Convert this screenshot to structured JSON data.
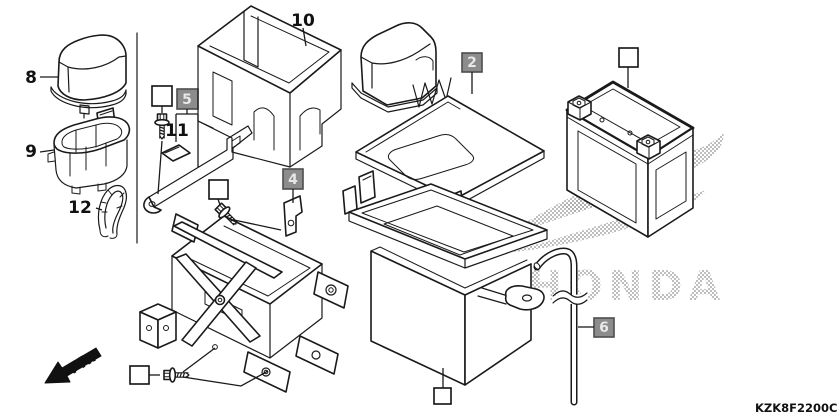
{
  "diagram": {
    "part_code": "KZK8F2200C",
    "front_marker": "FR.",
    "watermark_text": "HONDA",
    "part_numbers": {
      "p8": "8",
      "p9": "9",
      "p10": "10",
      "p11": "11",
      "p12": "12"
    },
    "ref_labels": {
      "r2": "2",
      "r4": "4",
      "r5": "5",
      "r6": "6"
    },
    "colors": {
      "line": "#1a1a1a",
      "background": "#ffffff",
      "ref_box_fill": "#8c8c8c",
      "ref_box_border": "#4d4d4d",
      "ref_box_text": "#e8e8e8",
      "watermark_dot": "#8f8f8f"
    }
  }
}
